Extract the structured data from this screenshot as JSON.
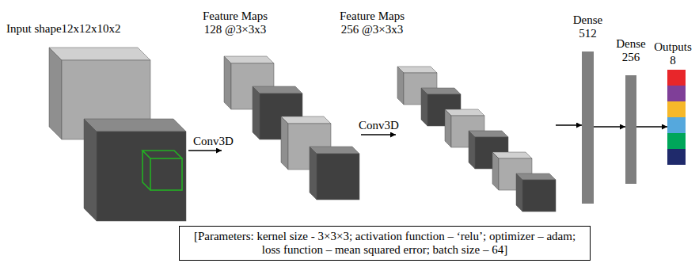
{
  "diagram": {
    "nodes": [
      {
        "text": [
          "Input shape12x12x10x2"
        ]
      },
      {
        "text": [
          "Feature Maps",
          "128 @3×3x3"
        ]
      },
      {
        "text": [
          "Feature Maps",
          "256 @3×3x3"
        ]
      },
      {
        "text": [
          "Dense",
          "512"
        ]
      },
      {
        "text": [
          "Dense",
          "256"
        ]
      },
      {
        "text": [
          "Outputs",
          "8"
        ]
      },
      {
        "text": [
          "[Parameters: kernel size - 3×3×3; activation function – ‘relu’; optimizer – adam; loss function – mean squared error; batch size – 64]"
        ]
      }
    ],
    "edges": [
      {
        "from": 0,
        "to": 1,
        "label": "Conv3D",
        "arrow": "to"
      },
      {
        "from": 1,
        "to": 2,
        "label": "Conv3D",
        "arrow": "to"
      },
      {
        "from": 2,
        "to": 3,
        "arrow": "to"
      },
      {
        "from": 3,
        "to": 4,
        "arrow": "to"
      },
      {
        "from": 4,
        "to": 5,
        "arrow": "to"
      }
    ]
  }
}
